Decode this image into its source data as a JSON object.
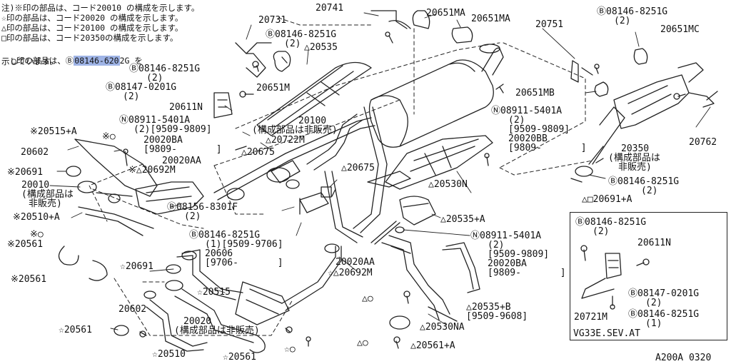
{
  "notes": {
    "line1": "注)※印の部品は、コード20010 の構成を示します。",
    "line2": "☆印の部品は、コード20020 の構成を示します。",
    "line3": "△印の部品は、コード20100 の構成を示します。",
    "line4": "□印の部品は、コード20350の構成を示します。",
    "line5_prefix": "○印の部品は、Ⓑ",
    "line5_highlight": "08146-620",
    "line5_suffix": "2G を",
    "line6": "示しています。"
  },
  "labels": {
    "p20741": "20741",
    "p20651MA_a": "20651MA",
    "p20651MA_b": "20651MA",
    "p20731": "20731",
    "b08146_8251G_top": "Ⓑ08146-8251G",
    "q2_top": "(2)",
    "p20535": "△20535",
    "b08146_8251G_left": "Ⓑ08146-8251G",
    "q2_left": "(2)",
    "b08147_0201G": "Ⓑ08147-0201G",
    "q2_b08147": "(2)",
    "p20651M": "20651M",
    "p20611N": "20611N",
    "n08911_5401A_left": "Ⓝ08911-5401A",
    "n_left_l2": "(2)[9509-9809]",
    "p20100": "20100",
    "p20100_note": "(構成部品は非販売)",
    "p20515A": "※20515+A",
    "circ_star": "※○",
    "p20020BA_left": "20020BA",
    "p9809_left": "[9809-       ]",
    "p20602_top": "20602",
    "p20722M": "△20722M",
    "p20675_a": "△20675",
    "p20020AA": "20020AA",
    "p20691_left": "※20691",
    "p20692M_left": "※△20692M",
    "p20010": "20010",
    "p20010_n1": "(構成部品は",
    "p20010_n2": "非販売)",
    "b08156_8301F": "Ⓑ08156-8301F",
    "q2_08156": "(2)",
    "p20510A": "※20510+A",
    "circ_star2": "※○",
    "p20561_a": "※20561",
    "b08146_8251G_mid": "Ⓑ08146-8251G",
    "mid_l2": "(1)[9509-9706]",
    "p20606": "20606",
    "p9706": "[9706-       ]",
    "p20691_star": "☆20691",
    "p20561_b": "※20561",
    "p20515": "☆20515",
    "p20602_bot": "20602",
    "p20020": "20020",
    "p20020_note": "(構成部品は非販売)",
    "p20561_c": "☆20561",
    "p20510": "☆20510",
    "p20561_d": "☆20561",
    "p20675_b": "△20675",
    "p20020AA_mid": "20020AA",
    "p20692M_mid": "☆△20692M",
    "p20530N": "△20530N",
    "p20535A": "△20535+A",
    "n08911_5401A_mid": "Ⓝ08911-5401A",
    "mid_n_l2": "(2)",
    "mid_n_l3": "[9509-9809]",
    "mid_n_l4": "20020BA",
    "mid_n_l5": "[9809-       ]",
    "p20535B": "△20535+B",
    "p20535B_date": "[9509-9608]",
    "p20530NA": "△20530NA",
    "circ_tri_a": "△○",
    "circ_tri_b": "△○",
    "p20561A": "△20561+A",
    "star_circ": "☆○",
    "p20751": "20751",
    "b08146_8251G_right": "Ⓑ08146-8251G",
    "q2_right": "(2)",
    "p20651MC": "20651MC",
    "p20651MB": "20651MB",
    "n08911_5401A_right": "Ⓝ08911-5401A",
    "r_l2": "(2)",
    "r_l3": "[9509-9809]",
    "r_l4": "20020BB",
    "r_l5": "[9809-       ]",
    "p20350": "20350",
    "p20350_n1": "(構成部品は",
    "p20350_n2": "非販売)",
    "p20762": "20762",
    "b08146_8251G_r2": "Ⓑ08146-8251G",
    "q2_r2": "(2)",
    "p20691A": "△□20691+A",
    "inset_b08146_top": "Ⓑ08146-8251G",
    "inset_q2_top": "(2)",
    "inset_20611N": "20611N",
    "inset_b08147": "Ⓑ08147-0201G",
    "inset_q2_mid": "(2)",
    "inset_20721M": "20721M",
    "inset_b08146_bot": "Ⓑ08146-8251G",
    "inset_q1": "(1)",
    "inset_caption": "VG33E.SEV.AT",
    "figure_code": "A200A 0320"
  }
}
